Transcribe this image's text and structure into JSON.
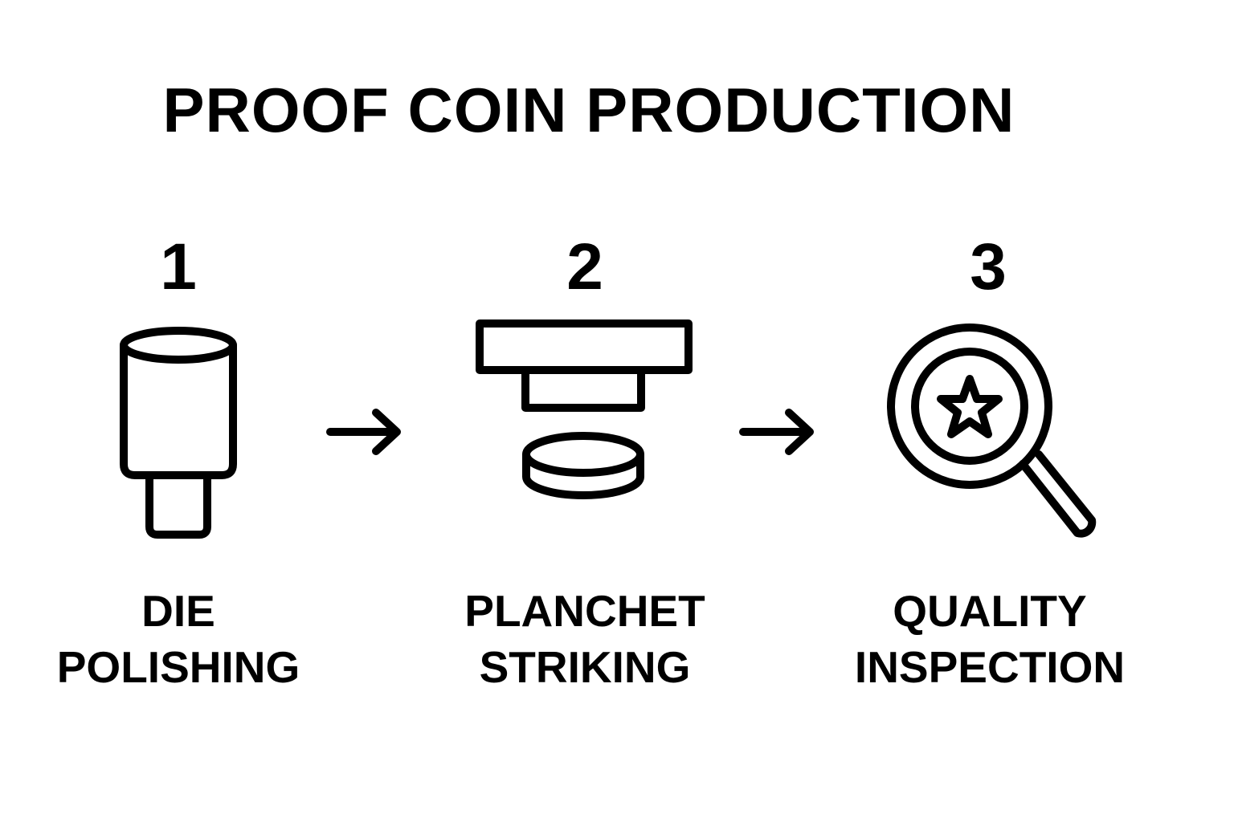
{
  "title": "PROOF COIN PRODUCTION",
  "steps": [
    {
      "number": "1",
      "label_line1": "DIE",
      "label_line2": "POLISHING",
      "icon": "die-cylinder-icon"
    },
    {
      "number": "2",
      "label_line1": "PLANCHET",
      "label_line2": "STRIKING",
      "icon": "press-and-planchet-icon"
    },
    {
      "number": "3",
      "label_line1": "QUALITY",
      "label_line2": "INSPECTION",
      "icon": "magnifier-star-icon"
    }
  ],
  "connectors": [
    "arrow-right-icon",
    "arrow-right-icon"
  ],
  "colors": {
    "background": "#ffffff",
    "ink": "#000000"
  }
}
